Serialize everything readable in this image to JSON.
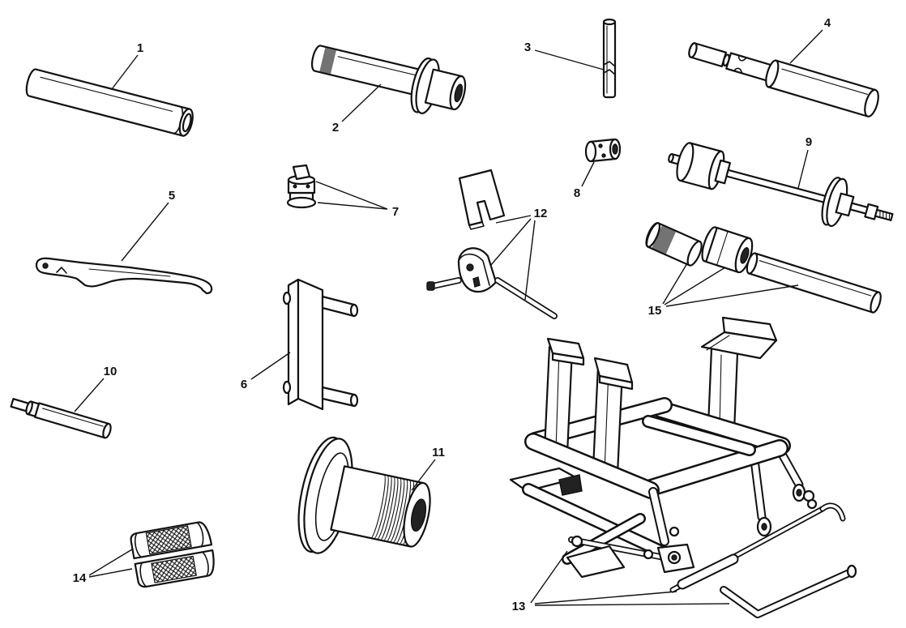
{
  "callouts": [
    "1",
    "2",
    "3",
    "4",
    "5",
    "6",
    "7",
    "8",
    "9",
    "10",
    "11",
    "12",
    "13",
    "14",
    "15"
  ],
  "colors": {
    "line": "#111111",
    "background": "#ffffff"
  }
}
